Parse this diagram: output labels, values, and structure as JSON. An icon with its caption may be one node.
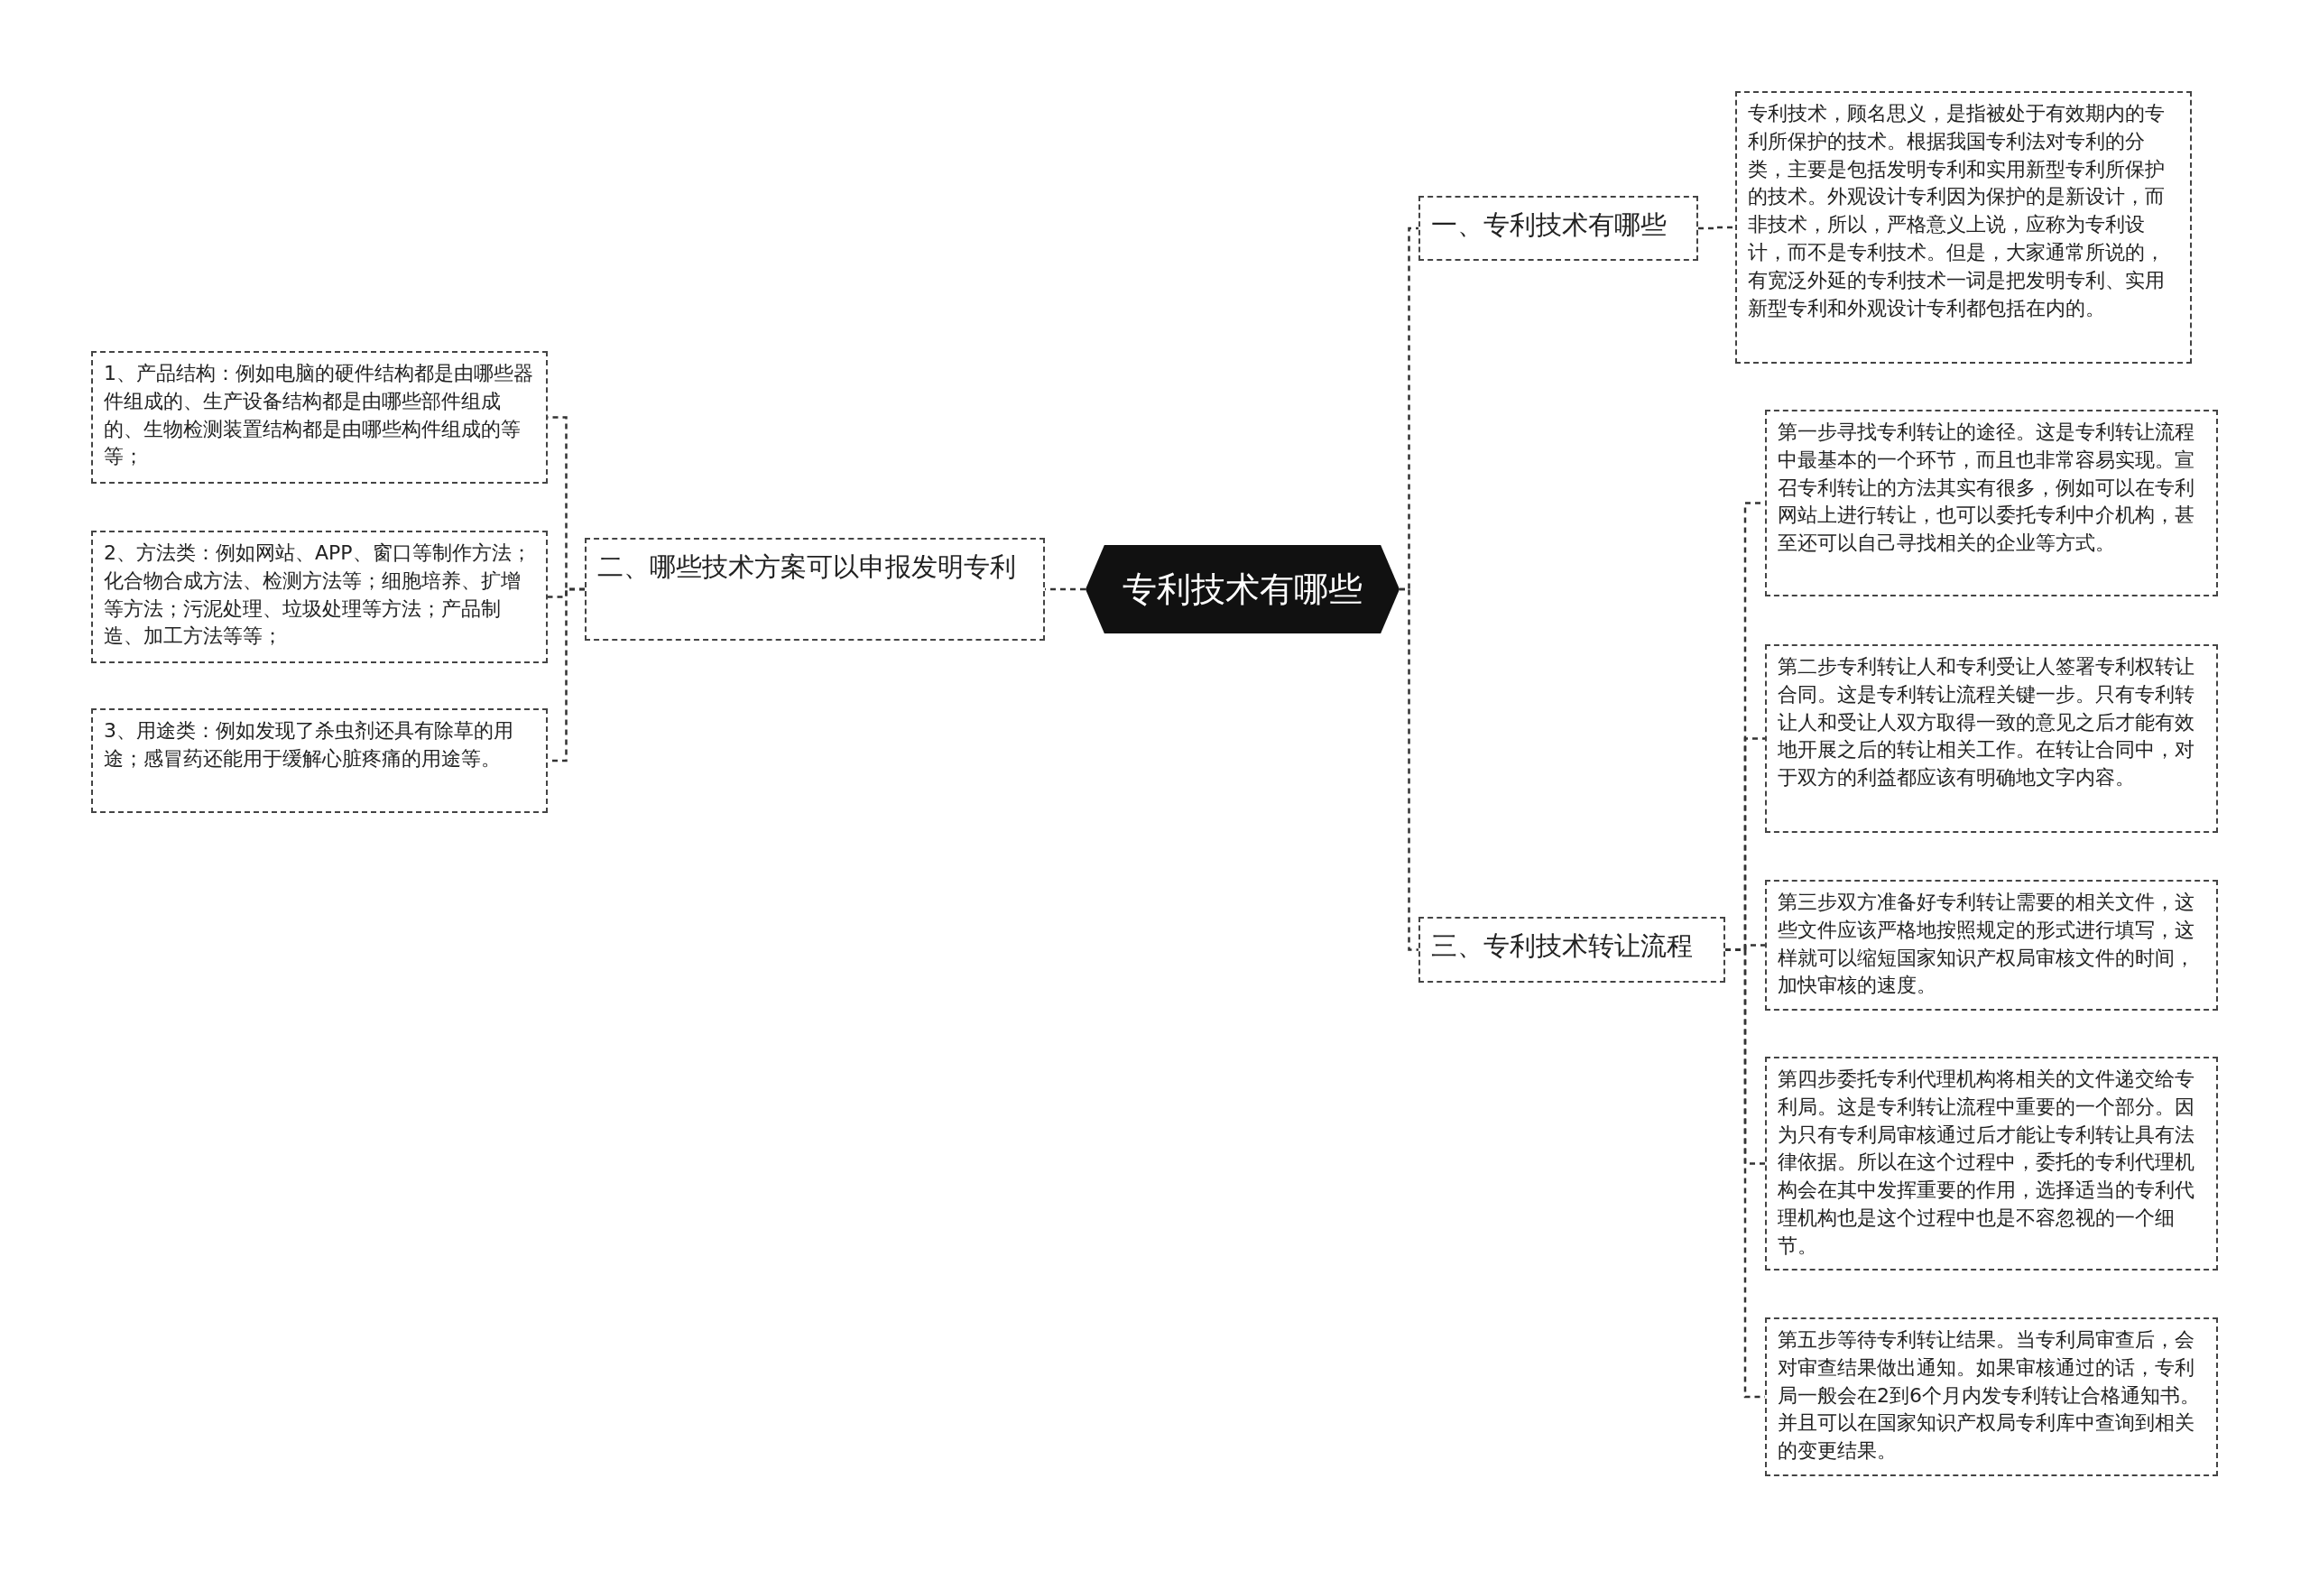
{
  "diagram": {
    "nodes": [
      {
        "text": [
          "专利技术有哪些"
        ]
      },
      {
        "text": [
          "一、专利技术有哪些"
        ]
      },
      {
        "text": [
          "专利技术，顾名思义，是指被处于有效期内的专利所保护的技术。根据我国专利法对专利的分类，主要是包括发明专利和实用新型专利所保护的技术。外观设计专利因为保护的是新设计，而非技术，所以，严格意义上说，应称为专利设计，而不是专利技术。但是，大家通常所说的，有宽泛外延的专利技术一词是把发明专利、实用新型专利和外观设计专利都包括在内的。"
        ]
      },
      {
        "text": [
          "二、哪些技术方案可以申报发明专利"
        ]
      },
      {
        "text": [
          "1、产品结构：例如电脑的硬件结构都是由哪些器件组成的、生产设备结构都是由哪些部件组成的、生物检测装置结构都是由哪些构件组成的等等；"
        ]
      },
      {
        "text": [
          "2、方法类：例如网站、APP、窗口等制作方法；化合物合成方法、检测方法等；细胞培养、扩增等方法；污泥处理、垃圾处理等方法；产品制造、加工方法等等；"
        ]
      },
      {
        "text": [
          "3、用途类：例如发现了杀虫剂还具有除草的用途；感冒药还能用于缓解心脏疼痛的用途等。"
        ]
      },
      {
        "text": [
          "三、专利技术转让流程"
        ]
      },
      {
        "text": [
          "第一步寻找专利转让的途径。这是专利转让流程中最基本的一个环节，而且也非常容易实现。宣召专利转让的方法其实有很多，例如可以在专利网站上进行转让，也可以委托专利中介机构，甚至还可以自己寻找相关的企业等方式。"
        ]
      },
      {
        "text": [
          "第二步专利转让人和专利受让人签署专利权转让合同。这是专利转让流程关键一步。只有专利转让人和受让人双方取得一致的意见之后才能有效地开展之后的转让相关工作。在转让合同中，对于双方的利益都应该有明确地文字内容。"
        ]
      },
      {
        "text": [
          "第三步双方准备好专利转让需要的相关文件，这些文件应该严格地按照规定的形式进行填写，这样就可以缩短国家知识产权局审核文件的时间，加快审核的速度。"
        ]
      },
      {
        "text": [
          "第四步委托专利代理机构将相关的文件递交给专利局。这是专利转让流程中重要的一个部分。因为只有专利局审核通过后才能让专利转让具有法律依据。所以在这个过程中，委托的专利代理机构会在其中发挥重要的作用，选择适当的专利代理机构也是这个过程中也是不容忽视的一个细节。"
        ]
      },
      {
        "text": [
          "第五步等待专利转让结果。当专利局审查后，会对审查结果做出通知。如果审核通过的话，专利局一般会在2到6个月内发专利转让合格通知书。并且可以在国家知识产权局专利库中查询到相关的变更结果。"
        ]
      }
    ],
    "edges": [
      {
        "from": 0,
        "to": 1,
        "arrow": "none",
        "style": "dashed"
      },
      {
        "from": 1,
        "to": 2,
        "arrow": "none",
        "style": "dashed"
      },
      {
        "from": 0,
        "to": 3,
        "arrow": "none",
        "style": "dashed"
      },
      {
        "from": 3,
        "to": 4,
        "arrow": "none",
        "style": "dashed"
      },
      {
        "from": 3,
        "to": 5,
        "arrow": "none",
        "style": "dashed"
      },
      {
        "from": 3,
        "to": 6,
        "arrow": "none",
        "style": "dashed"
      },
      {
        "from": 0,
        "to": 7,
        "arrow": "none",
        "style": "dashed"
      },
      {
        "from": 7,
        "to": 8,
        "arrow": "none",
        "style": "dashed"
      },
      {
        "from": 7,
        "to": 9,
        "arrow": "none",
        "style": "dashed"
      },
      {
        "from": 7,
        "to": 10,
        "arrow": "none",
        "style": "dashed"
      },
      {
        "from": 7,
        "to": 11,
        "arrow": "none",
        "style": "dashed"
      },
      {
        "from": 7,
        "to": 12,
        "arrow": "none",
        "style": "dashed"
      }
    ]
  }
}
